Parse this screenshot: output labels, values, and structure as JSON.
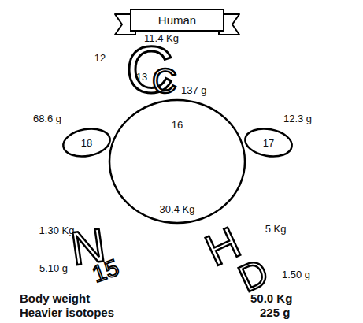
{
  "diagram": {
    "nodes": [
      {
        "text": [
          "Human"
        ]
      },
      {
        "text": [
          "18"
        ]
      },
      {
        "text": [
          "16",
          "30.4 Kg"
        ]
      },
      {
        "text": [
          "17"
        ]
      }
    ],
    "labels": [
      "11.4 Kg",
      "12",
      "C",
      "13",
      "C",
      "137 g",
      "68.6 g",
      "12.3 g",
      "1.30 Kg",
      "N",
      "5 Kg",
      "H",
      "5.10 g",
      "15",
      "D",
      "1.50 g",
      "Body weight",
      "50.0 Kg",
      "Heavier isotopes",
      "225 g"
    ]
  }
}
